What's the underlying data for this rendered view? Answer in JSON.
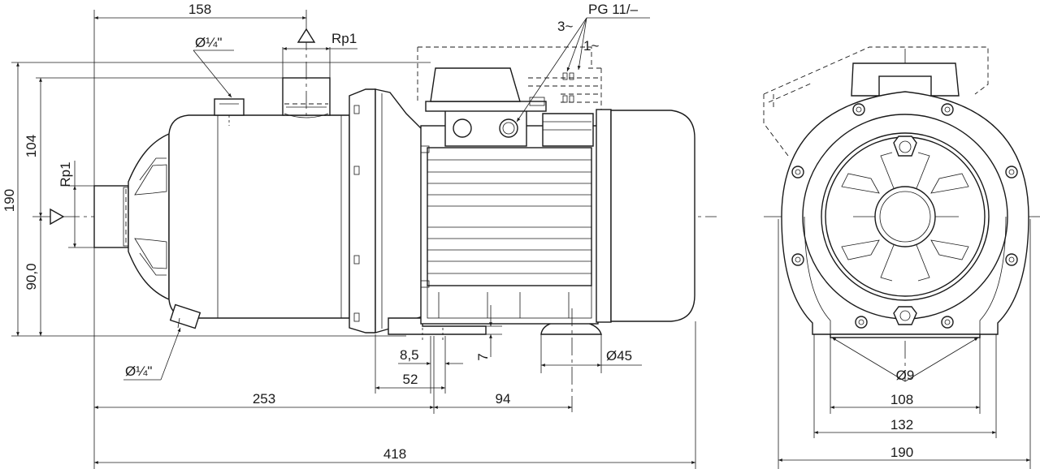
{
  "side_view": {
    "dims": {
      "d158": "158",
      "d104": "104",
      "d190": "190",
      "d90": "90,0",
      "d253": "253",
      "d94": "94",
      "d418": "418",
      "d8_5": "8,5",
      "d52": "52",
      "d7": "7",
      "d45": "Ø45"
    },
    "labels": {
      "rp1_top": "Rp1",
      "rp1_left": "Rp1",
      "quarter_top": "Ø¼\"",
      "quarter_bottom": "Ø¼\"",
      "pg": "PG 11/–",
      "three_phase": "3~",
      "one_phase": "1~"
    }
  },
  "front_view": {
    "dims": {
      "d9": "Ø9",
      "d108": "108",
      "d132": "132",
      "d190": "190"
    }
  }
}
